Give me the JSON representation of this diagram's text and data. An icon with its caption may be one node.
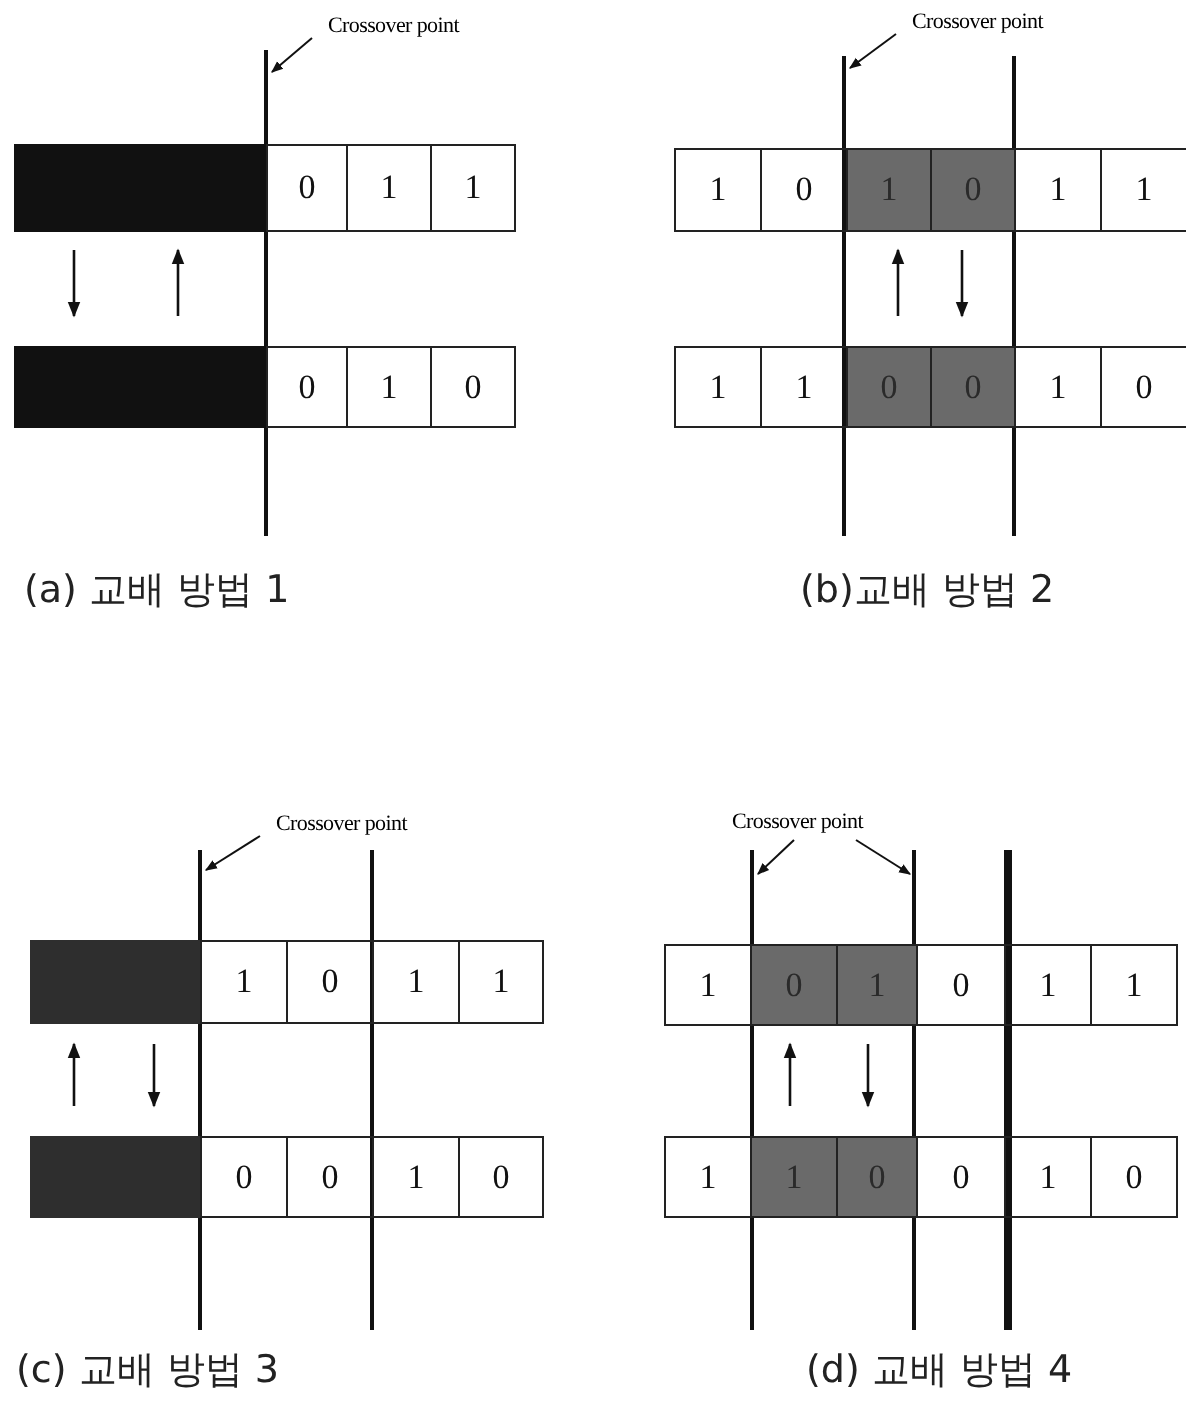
{
  "diagram": {
    "nodes": [
      {
        "text": [
          "Crossover point"
        ]
      },
      {
        "text": [],
        "shape": "bar"
      },
      {
        "text": [],
        "shape": "box"
      },
      {
        "text": [],
        "shape": "box"
      },
      {
        "text": [
          "Crossover point"
        ]
      },
      {
        "text": [],
        "shape": "bar"
      },
      {
        "text": [],
        "shape": "bar"
      },
      {
        "text": [
          "Crossover point"
        ]
      },
      {
        "text": [],
        "shape": "bar"
      },
      {
        "text": [],
        "shape": "bar"
      },
      {
        "text": [],
        "shape": "box"
      },
      {
        "text": [],
        "shape": "box"
      },
      {
        "text": [
          "Crossover point"
        ]
      },
      {
        "text": [],
        "shape": "bar"
      },
      {
        "text": [],
        "shape": "bar"
      },
      {
        "text": [],
        "shape": "bar"
      }
    ],
    "edges": [
      {
        "from": 0,
        "to": 1,
        "arrow": "to"
      },
      {
        "from": 4,
        "to": 5,
        "arrow": "to"
      },
      {
        "from": 7,
        "to": 8,
        "arrow": "to"
      },
      {
        "from": 12,
        "to": 13,
        "arrow": "to"
      },
      {
        "from": 12,
        "to": 14,
        "arrow": "to"
      }
    ],
    "labels": [
      "0",
      "1",
      "1",
      "0",
      "1",
      "0",
      "(a) 교배 방법 1",
      "1",
      "0",
      "1",
      "0",
      "1",
      "1",
      "1",
      "1",
      "0",
      "0",
      "1",
      "0",
      "(b)교배 방법 2",
      "1",
      "0",
      "1",
      "1",
      "0",
      "0",
      "1",
      "0",
      "(c) 교배 방법 3",
      "1",
      "0",
      "1",
      "0",
      "1",
      "1",
      "1",
      "1",
      "0",
      "0",
      "1",
      "0",
      "(d) 교배 방법 4"
    ]
  }
}
